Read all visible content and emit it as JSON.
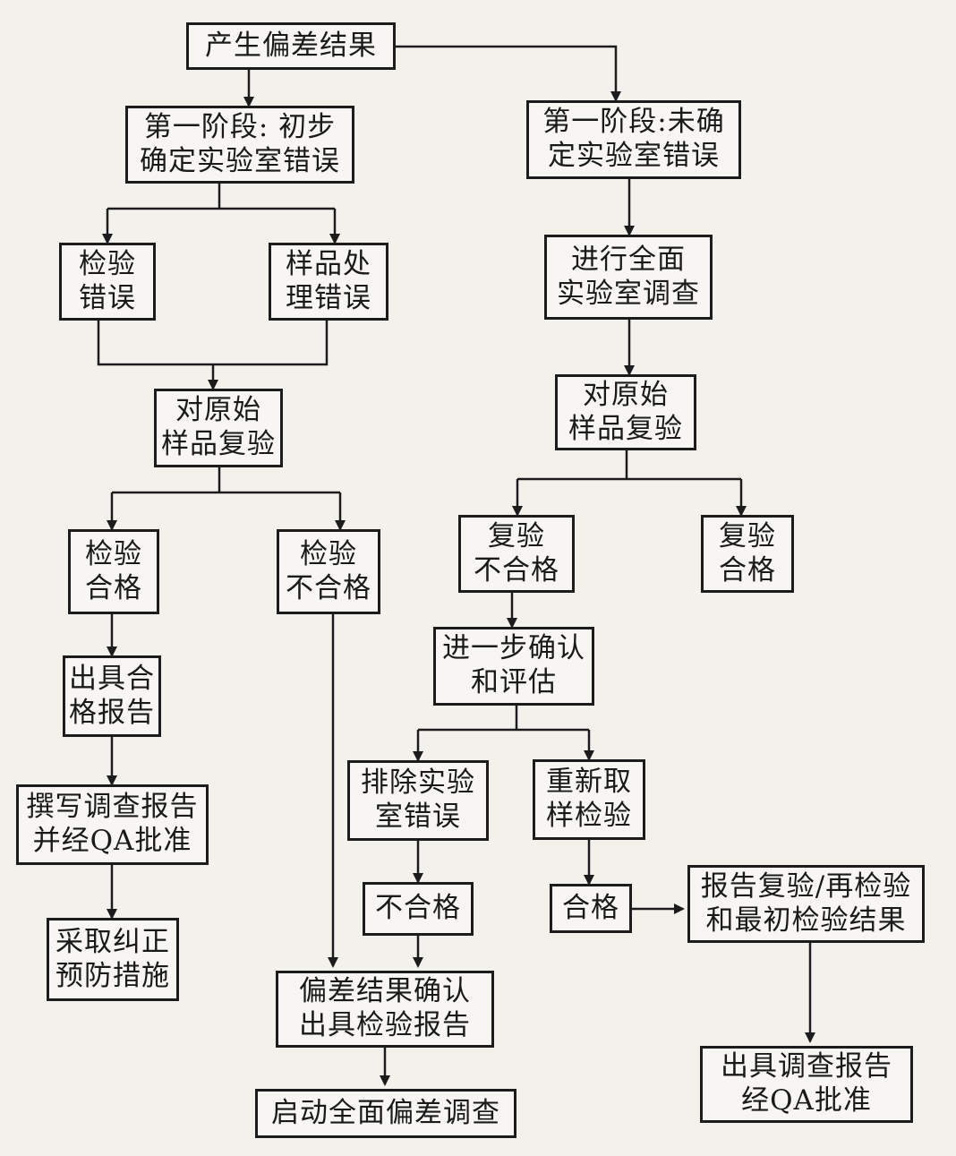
{
  "nodes": {
    "n1": "产生偏差结果",
    "n2": "第一阶段: 初步\n确定实验室错误",
    "n3": "第一阶段:未确\n定实验室错误",
    "n4": "检验\n错误",
    "n5": "样品处\n理错误",
    "n6": "进行全面\n实验室调查",
    "n7": "对原始\n样品复验",
    "n8": "对原始\n样品复验",
    "n9": "检验\n合格",
    "n10": "检验\n不合格",
    "n11": "复验\n不合格",
    "n12": "复验\n合格",
    "n13": "出具合\n格报告",
    "n14": "进一步确认\n和评估",
    "n15": "撰写调查报告\n并经QA批准",
    "n16": "排除实验\n室错误",
    "n17": "重新取\n样检验",
    "n18": "不合格",
    "n19": "合格",
    "n20": "报告复验/再检验\n和最初检验结果",
    "n21": "采取纠正\n预防措施",
    "n22": "偏差结果确认\n出具检验报告",
    "n23": "出具调查报告\n经QA批准",
    "n24": "启动全面偏差调查"
  }
}
